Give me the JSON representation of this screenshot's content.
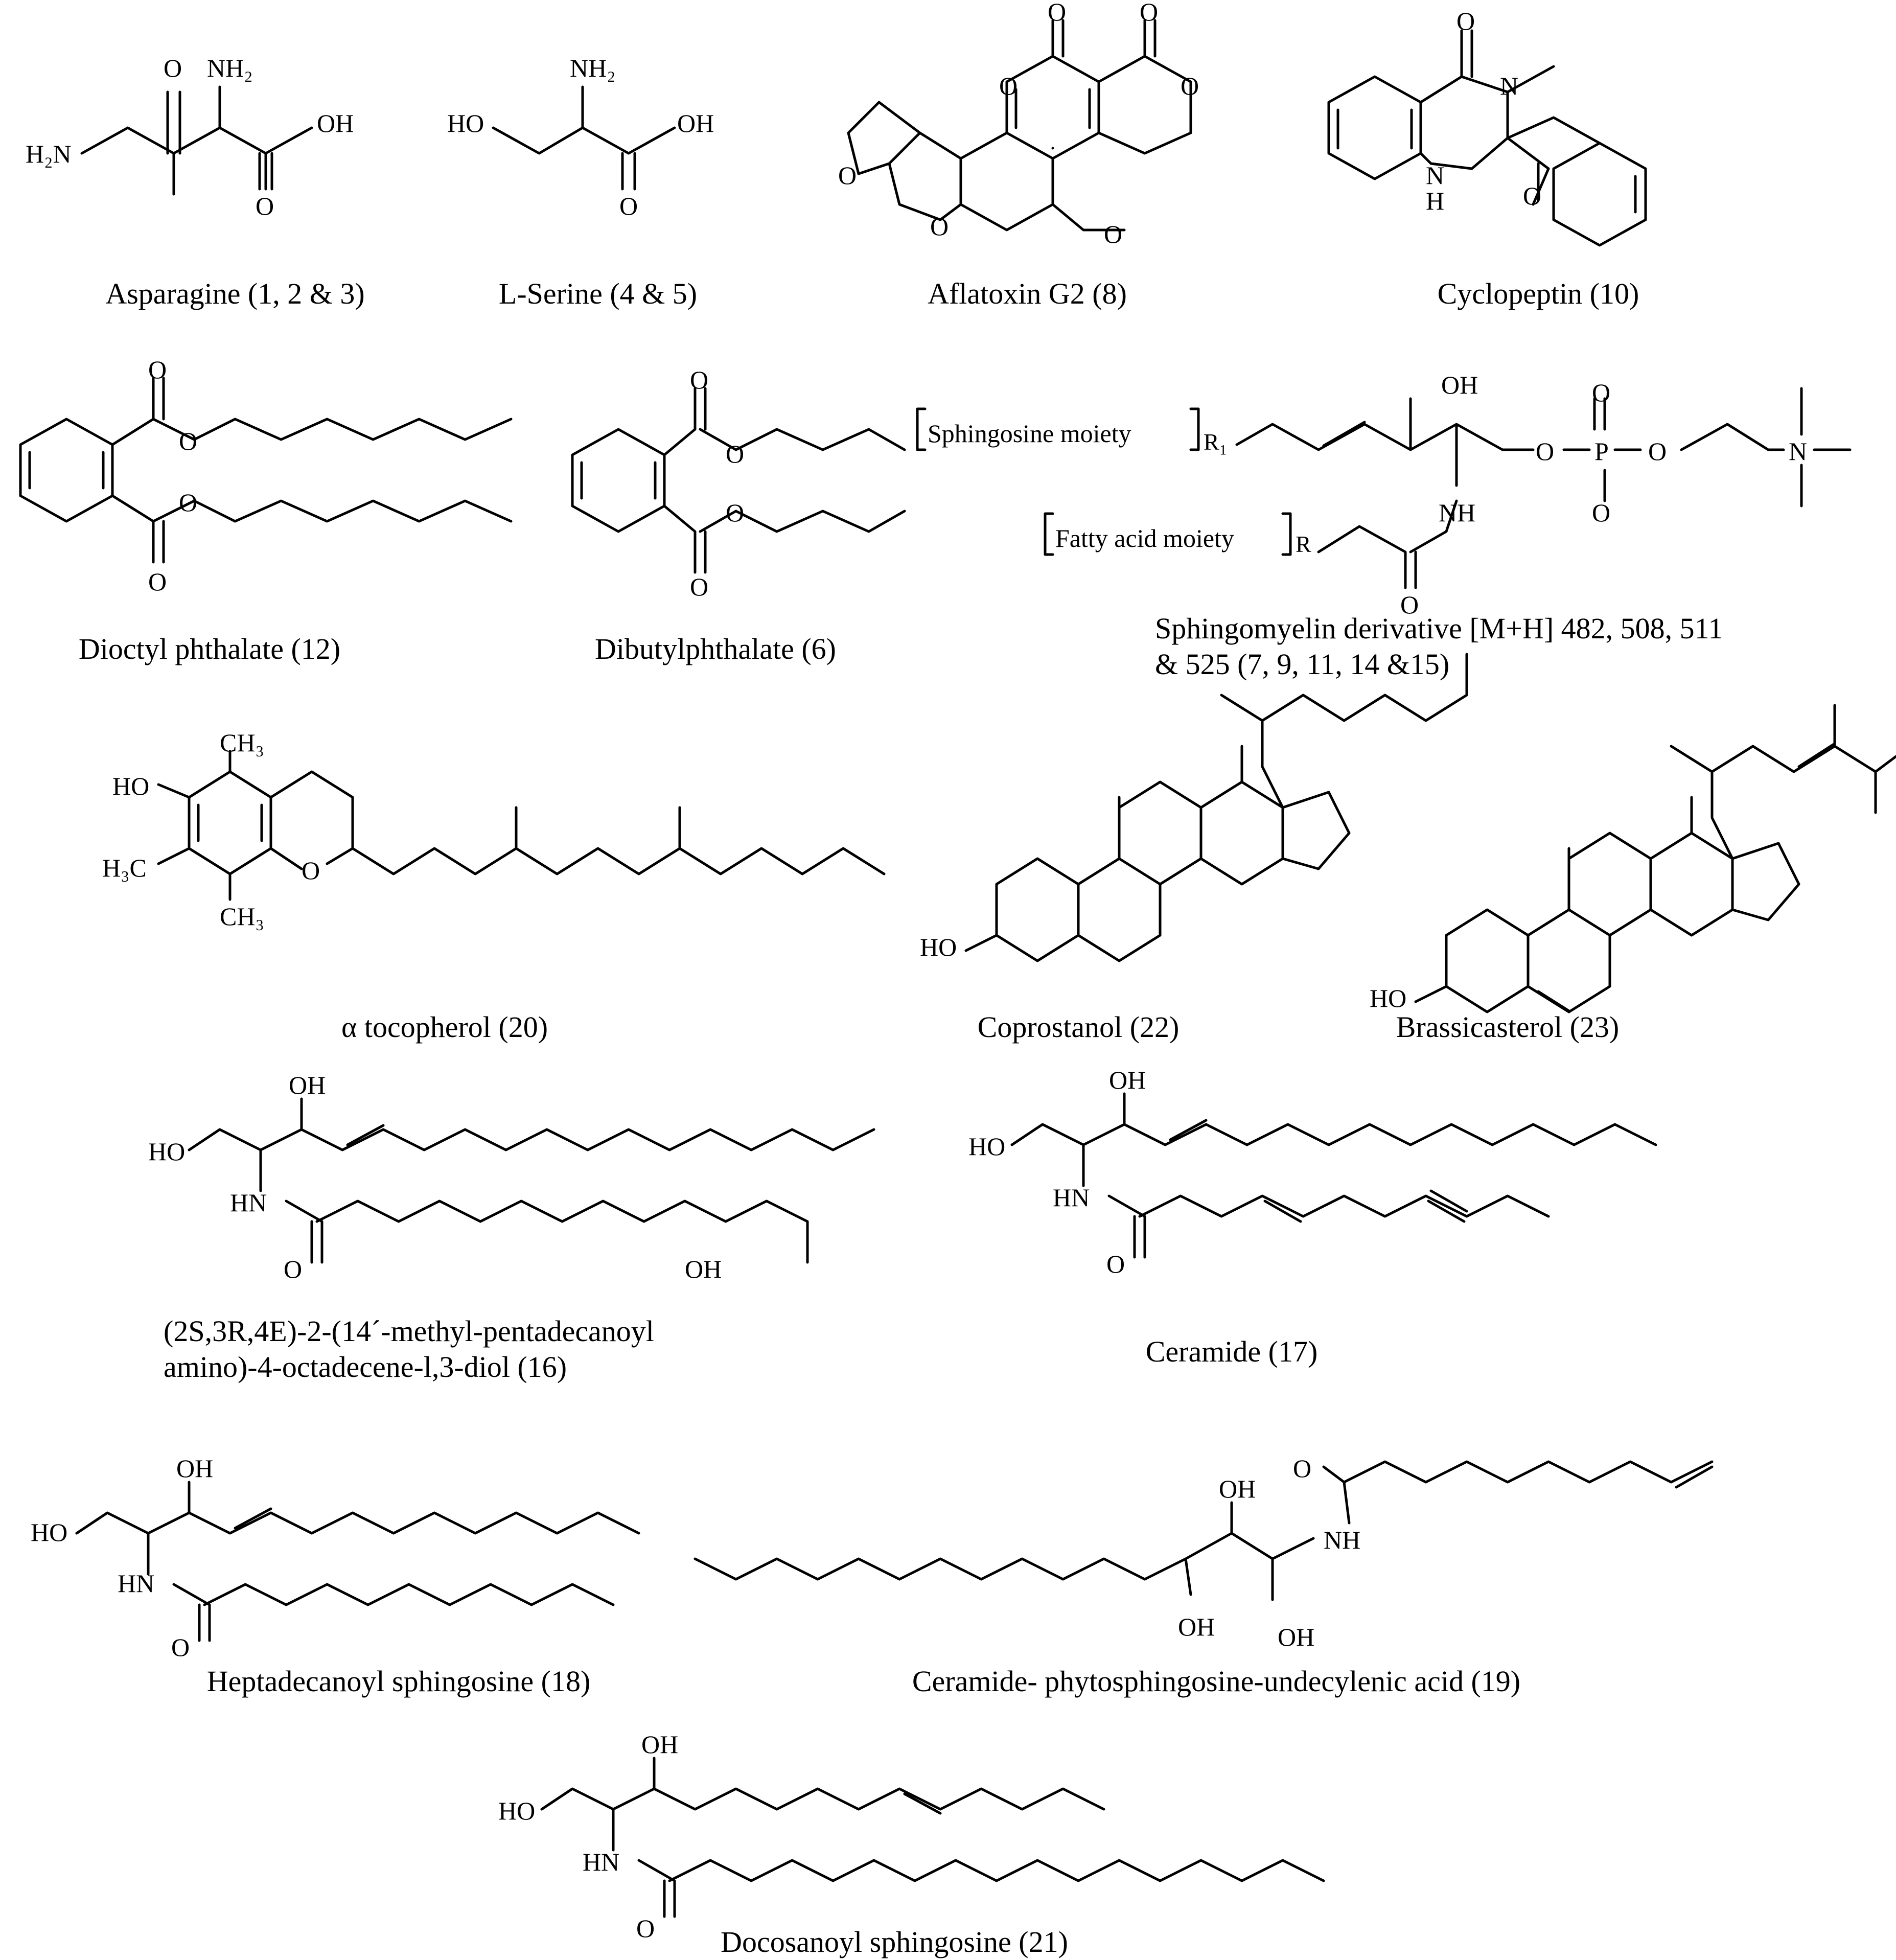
{
  "compounds": [
    {
      "id": "asparagine",
      "caption": "Asparagine (1, 2 & 3)",
      "atoms": [
        "NH₂",
        "O",
        "H₂N",
        "OH",
        "O"
      ]
    },
    {
      "id": "serine",
      "caption": "L-Serine (4 & 5)",
      "atoms": [
        "NH₂",
        "HO",
        "OH",
        "O"
      ]
    },
    {
      "id": "aflatoxin",
      "caption": "Aflatoxin G2 (8)",
      "atoms": [
        "O",
        "O",
        "O",
        "O",
        "O",
        "O",
        "O"
      ]
    },
    {
      "id": "cyclopeptin",
      "caption": "Cyclopeptin (10)",
      "atoms": [
        "O",
        "N",
        "N",
        "H",
        "O"
      ]
    },
    {
      "id": "dioctyl",
      "caption": "Dioctyl phthalate (12)",
      "atoms": [
        "O",
        "O",
        "O",
        "O"
      ]
    },
    {
      "id": "dibutyl",
      "caption": "Dibutylphthalate (6)",
      "atoms": [
        "O",
        "O",
        "O",
        "O"
      ]
    },
    {
      "id": "sphingomyelin",
      "caption_lines": [
        "Sphingomyelin derivative [M+H] 482, 508, 511",
        "& 525 (7, 9, 11, 14 &15)"
      ],
      "moiety_labels": [
        "Sphingosine moiety",
        "Fatty acid moiety"
      ],
      "subs": [
        "R₁",
        "R"
      ],
      "atoms": [
        "OH",
        "O",
        "P",
        "O",
        "O",
        "O",
        "N",
        "NH",
        "O"
      ]
    },
    {
      "id": "tocopherol",
      "caption": "α tocopherol (20)",
      "atoms": [
        "CH₃",
        "HO",
        "H₃C",
        "CH₃",
        "O"
      ]
    },
    {
      "id": "coprostanol",
      "caption": "Coprostanol (22)",
      "atoms": [
        "HO"
      ]
    },
    {
      "id": "brassicasterol",
      "caption": "Brassicasterol (23)",
      "atoms": [
        "HO"
      ]
    },
    {
      "id": "compound16",
      "caption_lines": [
        "(2S,3R,4E)-2-(14´-methyl-pentadecanoyl",
        "amino)-4-octadecene-l,3-diol  (16)"
      ],
      "atoms": [
        "OH",
        "HO",
        "HN",
        "O",
        "OH"
      ]
    },
    {
      "id": "ceramide17",
      "caption": "Ceramide (17)",
      "atoms": [
        "OH",
        "HO",
        "HN",
        "O"
      ]
    },
    {
      "id": "heptadecanoyl",
      "caption": "Heptadecanoyl sphingosine (18)",
      "atoms": [
        "OH",
        "HO",
        "HN",
        "O"
      ]
    },
    {
      "id": "ceramide19",
      "caption": "Ceramide- phytosphingosine-undecylenic acid (19)",
      "atoms": [
        "O",
        "OH",
        "NH",
        "OH",
        "OH"
      ]
    },
    {
      "id": "docosanoyl",
      "caption": "Docosanoyl sphingosine (21)",
      "atoms": [
        "OH",
        "HO",
        "HN",
        "O"
      ]
    }
  ]
}
